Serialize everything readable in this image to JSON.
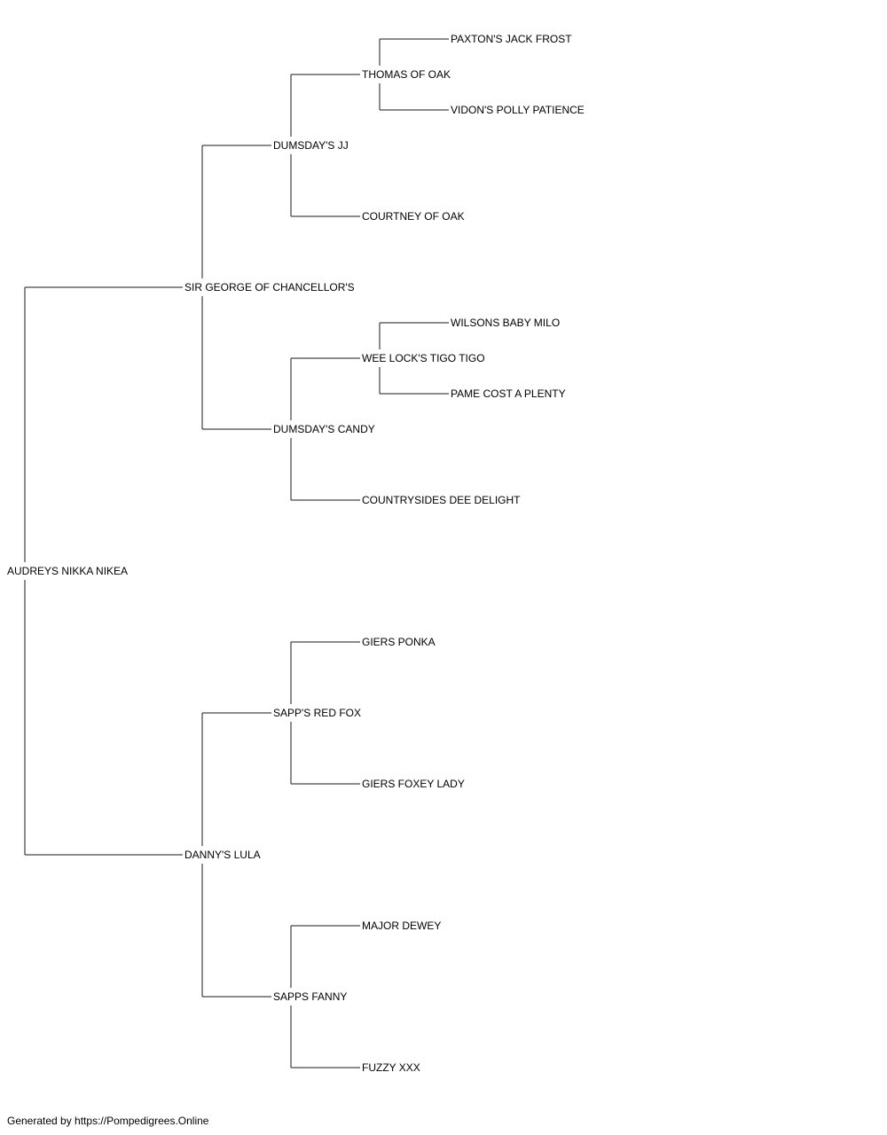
{
  "pedigree": {
    "name": "AUDREYS NIKKA NIKEA",
    "sire": {
      "name": "SIR GEORGE OF CHANCELLOR'S",
      "sire": {
        "name": "DUMSDAY'S JJ",
        "sire": {
          "name": "THOMAS OF OAK",
          "sire": {
            "name": "PAXTON'S JACK FROST"
          },
          "dam": {
            "name": "VIDON'S POLLY PATIENCE"
          }
        },
        "dam": {
          "name": "COURTNEY OF OAK"
        }
      },
      "dam": {
        "name": "DUMSDAY'S CANDY",
        "sire": {
          "name": "WEE LOCK'S TIGO TIGO",
          "sire": {
            "name": "WILSONS BABY MILO"
          },
          "dam": {
            "name": "PAME COST A PLENTY"
          }
        },
        "dam": {
          "name": "COUNTRYSIDES DEE DELIGHT"
        }
      }
    },
    "dam": {
      "name": "DANNY'S LULA",
      "sire": {
        "name": "SAPP'S RED FOX",
        "sire": {
          "name": "GIERS PONKA"
        },
        "dam": {
          "name": "GIERS FOXEY LADY"
        }
      },
      "dam": {
        "name": "SAPPS FANNY",
        "sire": {
          "name": "MAJOR DEWEY"
        },
        "dam": {
          "name": "FUZZY XXX"
        }
      }
    }
  },
  "footer": {
    "text": "Generated by https://Pompedigrees.Online"
  }
}
